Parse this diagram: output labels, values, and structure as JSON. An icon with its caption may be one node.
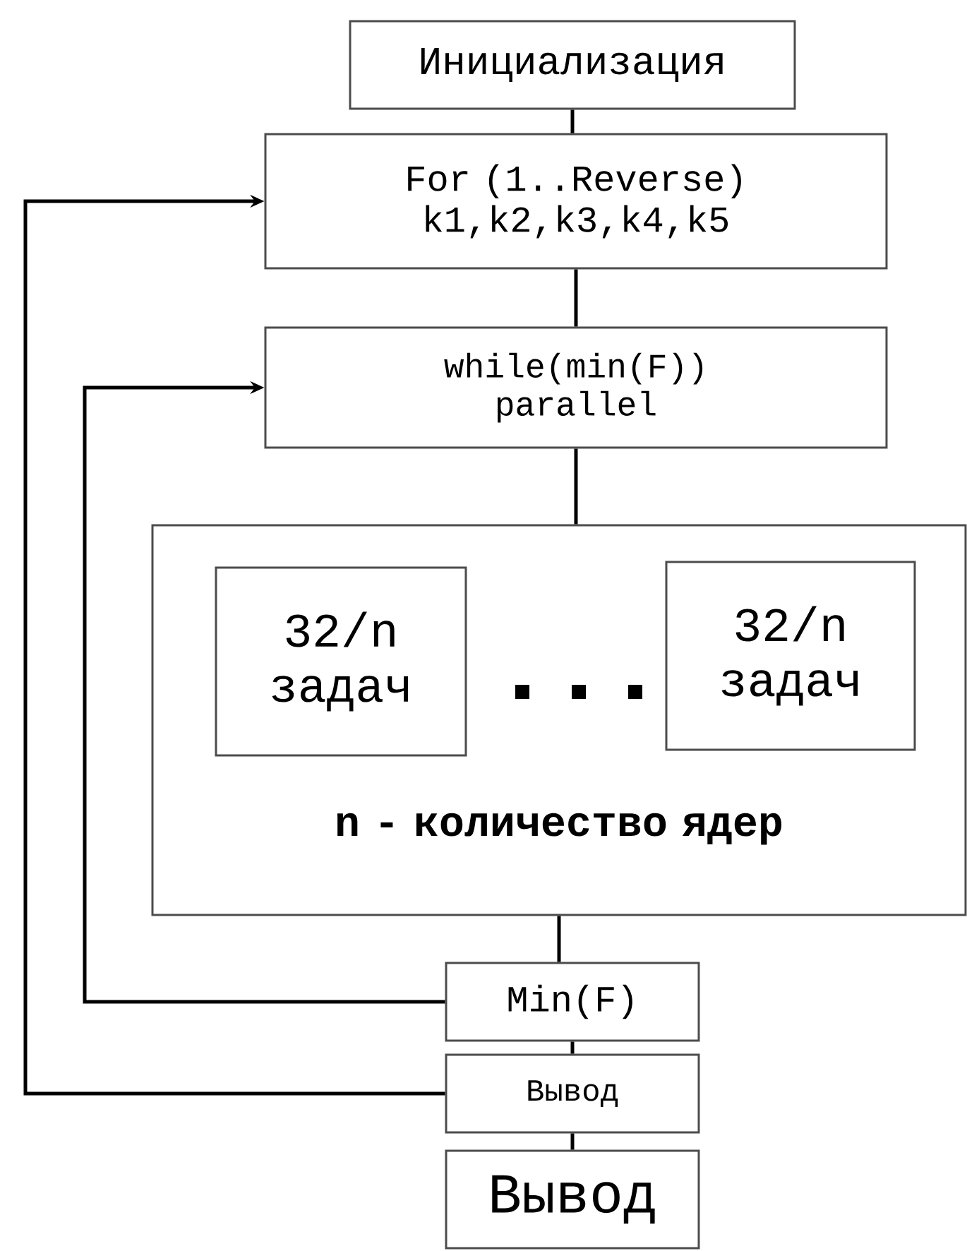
{
  "diagram": {
    "nodes": [
      {
        "text": [
          "Инициализация"
        ]
      },
      {
        "text": [
          "For (1..Reverse) k1,k2,k3,k4,k5"
        ]
      },
      {
        "text": [
          "while(min(F)) parallel"
        ]
      },
      {
        "text": [
          "n - количество ядер"
        ]
      },
      {
        "text": [
          "32/n задач"
        ],
        "in": 3
      },
      {
        "text": [
          "32/n задач"
        ],
        "in": 3
      },
      {
        "text": [
          "Min(F)"
        ]
      },
      {
        "text": [
          "Вывод"
        ]
      },
      {
        "text": [
          "Вывод"
        ]
      }
    ],
    "edges": [
      {
        "from": 0,
        "to": 1,
        "arrow": "none"
      },
      {
        "from": 1,
        "to": 2,
        "arrow": "none"
      },
      {
        "from": 2,
        "to": 3,
        "arrow": "none"
      },
      {
        "from": 3,
        "to": 6,
        "arrow": "none"
      },
      {
        "from": 6,
        "to": 7,
        "arrow": "none"
      },
      {
        "from": 7,
        "to": 8,
        "arrow": "none"
      },
      {
        "from": 6,
        "to": 2,
        "arrow": "to"
      },
      {
        "from": 7,
        "to": 1,
        "arrow": "to"
      }
    ]
  }
}
